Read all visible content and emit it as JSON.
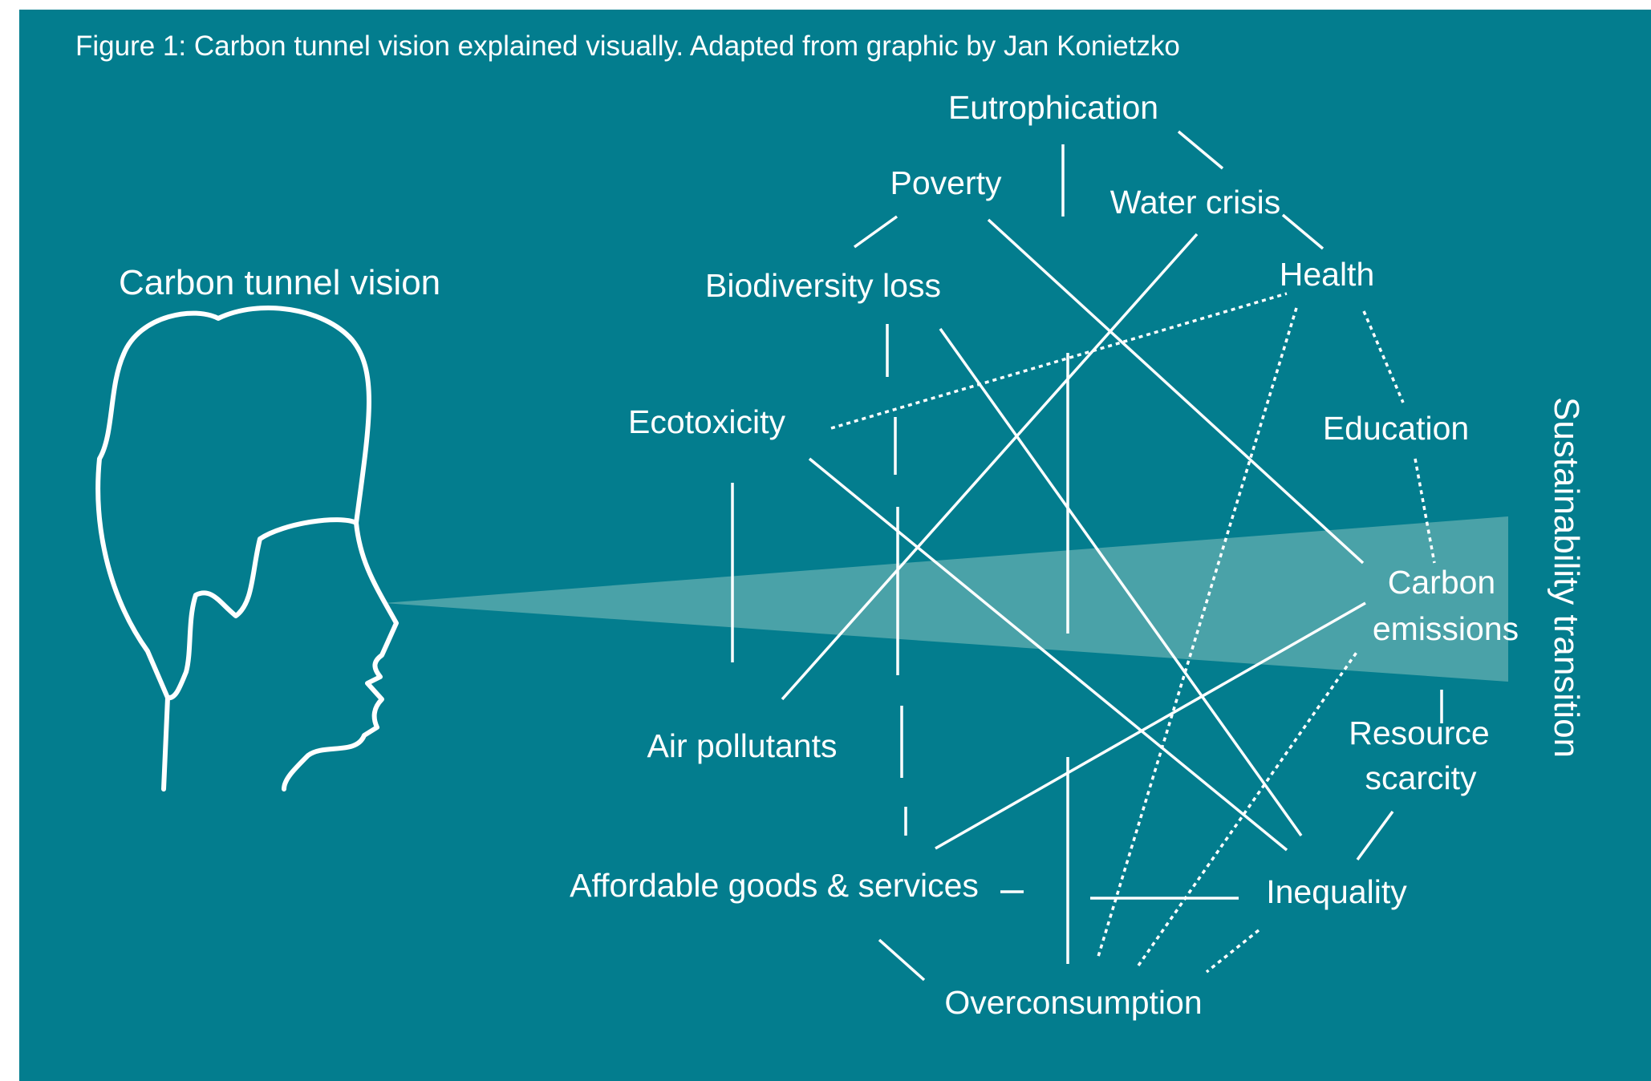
{
  "figure_caption": "Figure 1: Carbon tunnel vision explained visually. Adapted from graphic by Jan Konietzko",
  "labels": {
    "carbon_tunnel_vision": "Carbon tunnel vision",
    "sustainability_transition": "Sustainability transition",
    "eutrophication": "Eutrophication",
    "poverty": "Poverty",
    "water_crisis": "Water crisis",
    "health": "Health",
    "biodiversity_loss": "Biodiversity loss",
    "ecotoxicity": "Ecotoxicity",
    "education": "Education",
    "carbon": "Carbon",
    "emissions": "emissions",
    "air_pollutants": "Air pollutants",
    "resource": "Resource",
    "scarcity": "scarcity",
    "affordable_goods": "Affordable goods & services",
    "inequality": "Inequality",
    "overconsumption": "Overconsumption"
  },
  "colors": {
    "background": "#037d8e",
    "beam": "#4aa2a8",
    "foreground": "#ffffff"
  },
  "icons": {
    "head": "human-head-profile-outline"
  }
}
